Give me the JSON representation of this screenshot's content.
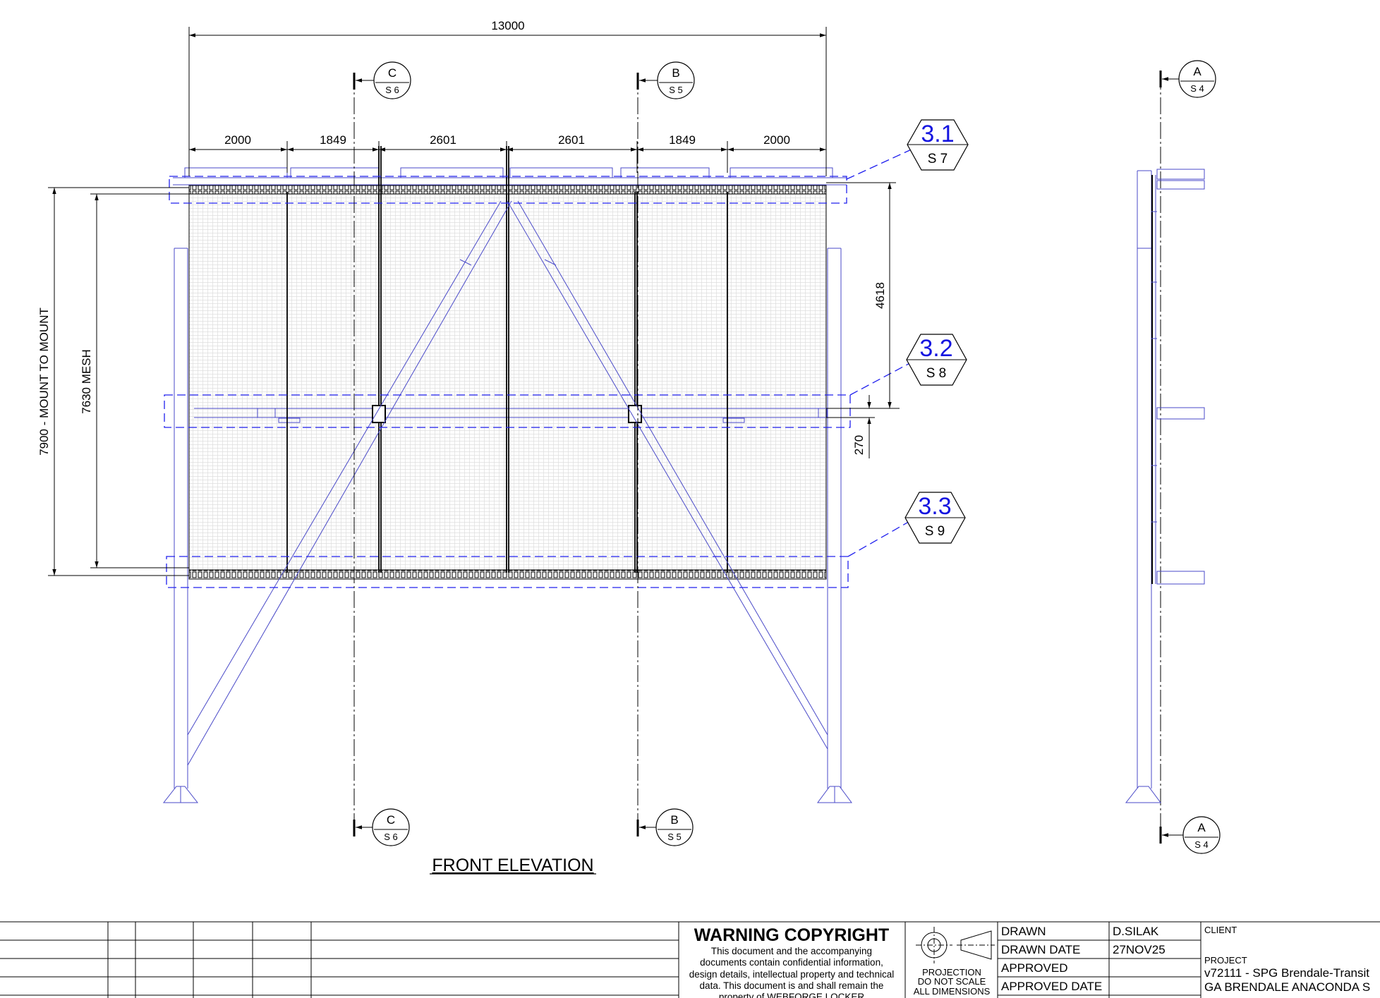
{
  "dimensions": {
    "overall_width": "13000",
    "bays": [
      "2000",
      "1849",
      "2601",
      "2601",
      "1849",
      "2000"
    ],
    "mount_to_mount": "7900 - MOUNT TO MOUNT",
    "mesh_height": "7630 MESH",
    "mid_height": "4618",
    "offset": "270"
  },
  "section_markers": [
    {
      "letter": "C",
      "sheet": "S 6"
    },
    {
      "letter": "B",
      "sheet": "S 5"
    },
    {
      "letter": "A",
      "sheet": "S 4"
    }
  ],
  "detail_callouts": [
    {
      "num": "3.1",
      "sheet": "S 7"
    },
    {
      "num": "3.2",
      "sheet": "S 8"
    },
    {
      "num": "3.3",
      "sheet": "S 9"
    }
  ],
  "view_title": "FRONT ELEVATION",
  "title_block": {
    "warning_title": "WARNING COPYRIGHT",
    "warning_lines": [
      "This document and the accompanying",
      "documents contain confidential information,",
      "design details, intellectual property and technical",
      "data. This document is and shall remain the",
      "property of WEBFORGE LOCKER"
    ],
    "projection_lines": [
      "PROJECTION",
      "DO NOT SCALE",
      "ALL DIMENSIONS"
    ],
    "drawn_label": "DRAWN",
    "drawn_value": "D.SILAK",
    "drawn_date_label": "DRAWN DATE",
    "drawn_date_value": "27NOV25",
    "approved_label": "APPROVED",
    "approved_date_label": "APPROVED DATE",
    "client_label": "CLIENT",
    "project_label": "PROJECT",
    "project_line1": "v72111 - SPG Brendale-Transit",
    "project_line2": "GA BRENDALE ANACONDA S"
  },
  "colors": {
    "line": "#000000",
    "frame": "#4a4ac8",
    "callout_dash": "#2020ee",
    "callout_text": "#1515e0",
    "mesh": "#d8d8d8"
  }
}
